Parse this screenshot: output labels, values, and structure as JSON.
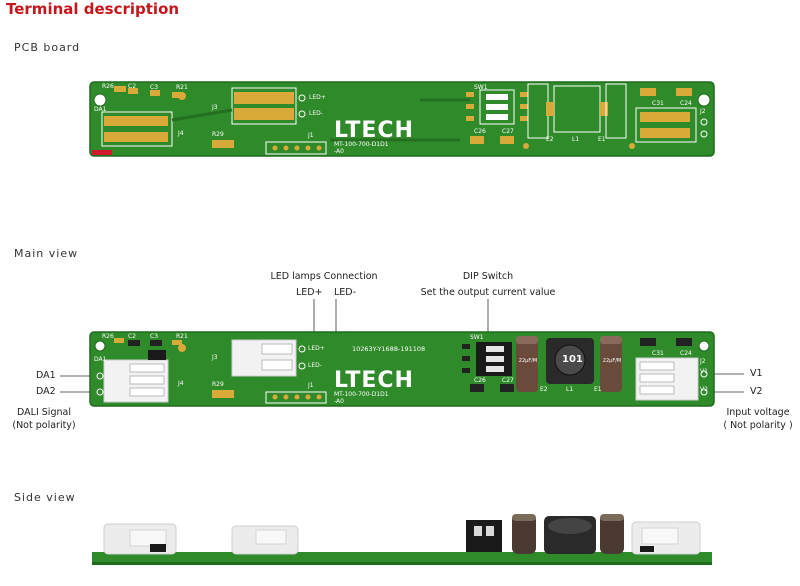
{
  "page": {
    "title": "Terminal description"
  },
  "sections": {
    "pcb": "PCB board",
    "main": "Main  view",
    "side": "Side  view"
  },
  "annotations": {
    "led_connection": "LED lamps Connection",
    "led_plus": "LED+",
    "led_minus": "LED-",
    "dip_switch": "DIP Switch",
    "dip_desc": "Set the output current value",
    "da1": "DA1",
    "da2": "DA2",
    "dali_signal": "DALI Signal",
    "dali_note": "(Not polarity)",
    "v1": "V1",
    "v2": "V2",
    "input_voltage": "Input voltage",
    "input_note": "( Not polarity )"
  },
  "board": {
    "brand": "LTECH",
    "model": "MT-100-700-D1D1",
    "rev": "-A0",
    "serial": "10263Y-Y1688-191108",
    "inductor": "101",
    "cap_label": "22μF/M",
    "silk_led_plus": "LED+",
    "silk_led_minus": "LED-",
    "silk_refs": [
      "R26",
      "C2",
      "C3",
      "R21",
      "DA1",
      "J4",
      "J3",
      "R29",
      "J1",
      "SW1",
      "C26",
      "C27",
      "E2",
      "L1",
      "E1",
      "C31",
      "C24",
      "J2",
      "V1",
      "V2"
    ]
  },
  "colors": {
    "title": "#c4161c",
    "pcb": "#2f8a2a",
    "pcb_dark": "#1f6b1c",
    "pad": "#d9a93a",
    "silk": "#ffffff"
  }
}
